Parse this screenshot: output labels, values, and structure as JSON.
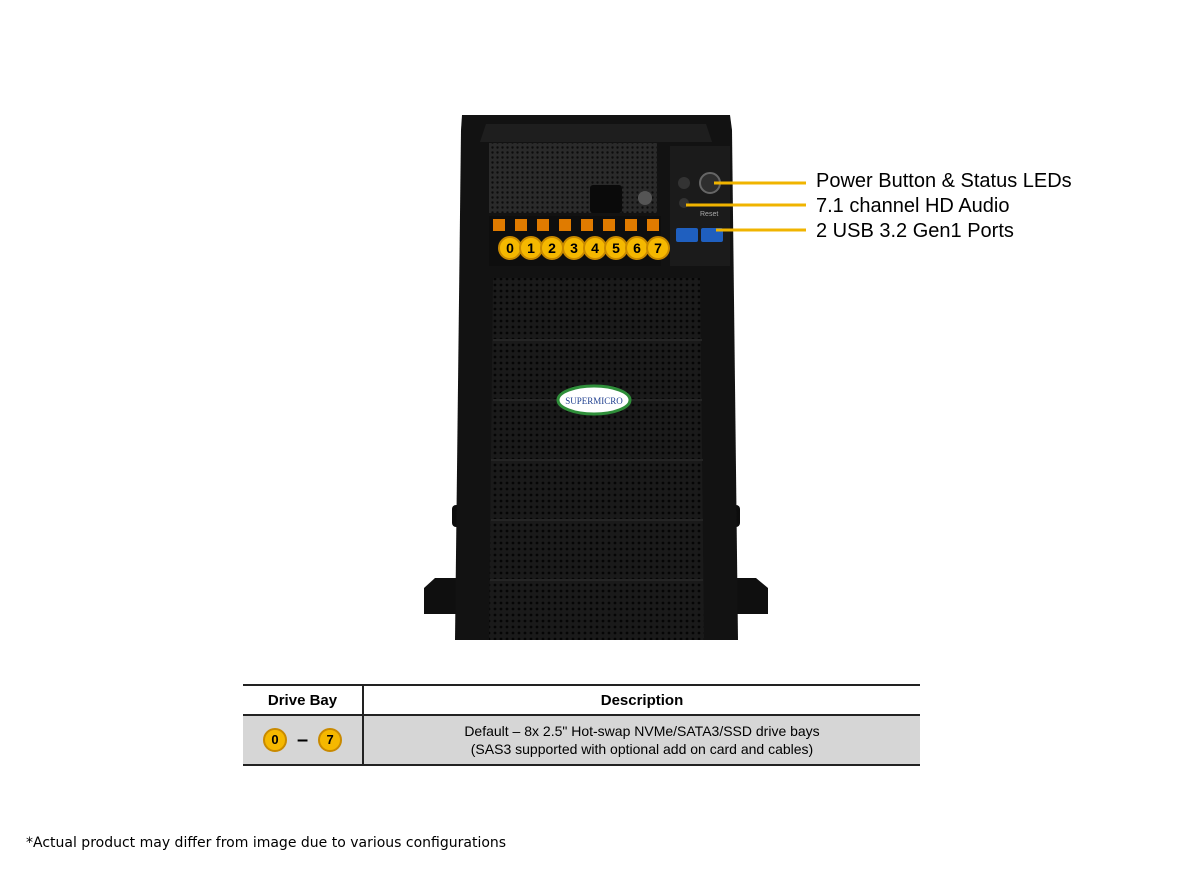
{
  "callouts": {
    "power": "Power Button & Status LEDs",
    "audio": "7.1 channel HD Audio",
    "usb": "2 USB 3.2 Gen1 Ports"
  },
  "drive_bays": [
    "0",
    "1",
    "2",
    "3",
    "4",
    "5",
    "6",
    "7"
  ],
  "logo_text": "SUPERMICRO",
  "front_panel": {
    "reset_label": "Reset"
  },
  "table": {
    "header_bay": "Drive Bay",
    "header_desc": "Description",
    "row": {
      "bay_start": "0",
      "bay_dash": "–",
      "bay_end": "7",
      "desc_line1": "Default – 8x 2.5\" Hot-swap NVMe/SATA3/SSD  drive bays",
      "desc_line2": "(SAS3 supported with optional add on card and cables)"
    }
  },
  "footnote": "*Actual product may differ from image due to various configurations",
  "colors": {
    "badge": "#f5b800",
    "callout_line": "#f0b400",
    "chassis": "#111111"
  }
}
